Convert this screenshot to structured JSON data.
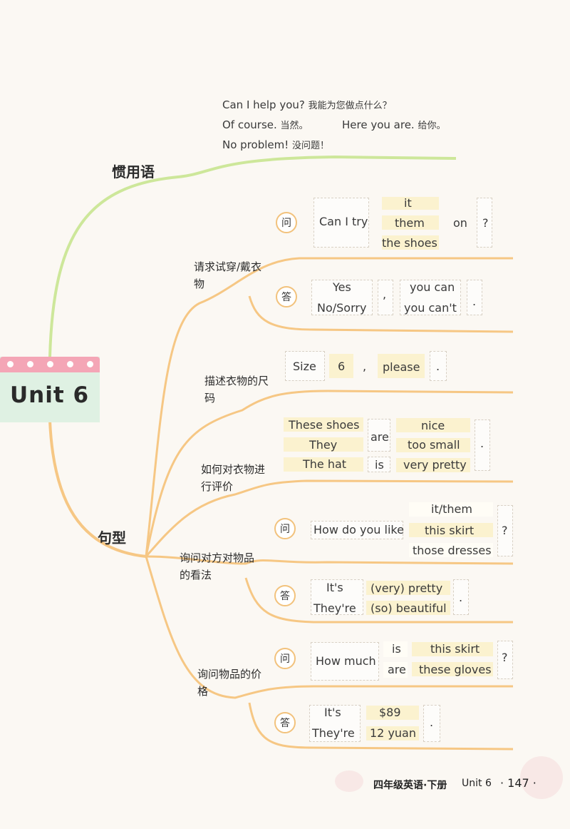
{
  "idioms": {
    "line1_en": "Can I help you?",
    "line1_zh": "我能为您做点什么？",
    "line2_en": "Of course.",
    "line2_zh": "当然。",
    "line2b_en": "Here you are.",
    "line2b_zh": "给你。",
    "line3_en": "No problem!",
    "line3_zh": "没问题！"
  },
  "center_title": "Unit 6",
  "categories": {
    "idioms_label": "惯用语",
    "patterns_label": "句型"
  },
  "markers": {
    "ask": "问",
    "answer": "答"
  },
  "sections": {
    "try_on": {
      "label": "请求试穿/戴衣物",
      "q_start": "Can I try",
      "q_objects": [
        "it",
        "them",
        "the shoes"
      ],
      "q_on": "on",
      "q_end": "?",
      "a_yes": [
        "Yes",
        "No/Sorry"
      ],
      "a_comma": ",",
      "a_can": [
        "you can",
        "you can't"
      ],
      "a_end": "."
    },
    "size": {
      "label": "描述衣物的尺码",
      "size_word": "Size",
      "size_num": "6",
      "comma": ",",
      "please": "please",
      "end": "."
    },
    "evaluate": {
      "label": "如何对衣物进行评价",
      "subjects": [
        "These shoes",
        "They",
        "The hat"
      ],
      "verbs": [
        "are",
        "is"
      ],
      "adjs": [
        "nice",
        "too small",
        "very pretty"
      ],
      "end": "."
    },
    "opinion": {
      "label": "询问对方对物品的看法",
      "q_start": "How do you like",
      "q_objects": [
        "it/them",
        "this skirt",
        "those dresses"
      ],
      "q_end": "?",
      "a_subj": [
        "It's",
        "They're"
      ],
      "a_adj": [
        "(very) pretty",
        "(so) beautiful"
      ],
      "a_end": "."
    },
    "price": {
      "label": "询问物品的价格",
      "q_start": "How much",
      "q_verbs": [
        "is",
        "are"
      ],
      "q_objects": [
        "this skirt",
        "these gloves"
      ],
      "q_end": "?",
      "a_subj": [
        "It's",
        "They're"
      ],
      "a_price": [
        "$89",
        "12 yuan"
      ],
      "a_end": "."
    }
  },
  "footer": {
    "book": "四年级英语·下册",
    "unit": "Unit 6",
    "page": "· 147 ·"
  },
  "colors": {
    "green_branch": "#cde79a",
    "orange_branch": "#f6c784",
    "title_bg": "#dff1e3",
    "title_top": "#f4a6b6",
    "highlight": "#fbf2cf"
  }
}
